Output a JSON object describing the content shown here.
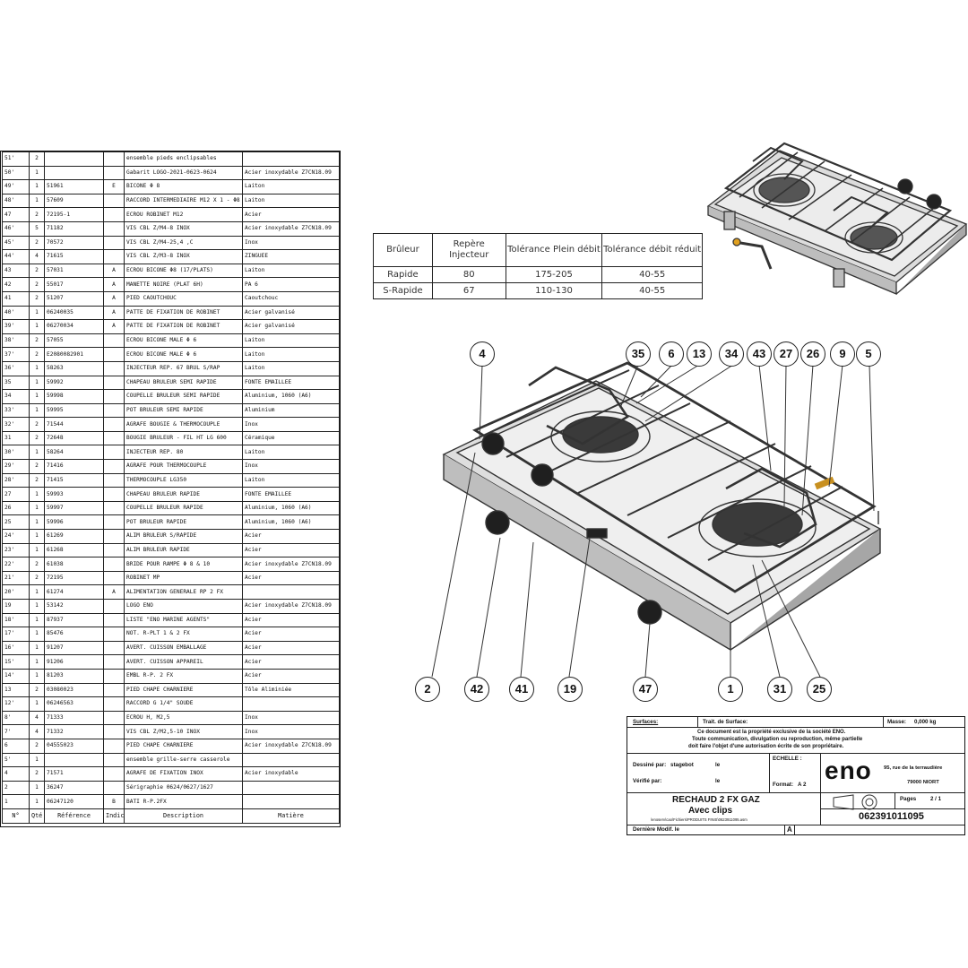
{
  "bom": {
    "headers": [
      "N°",
      "Qté",
      "Référence",
      "Indice",
      "Description",
      "Matière"
    ],
    "rows": [
      [
        "51'",
        "2",
        "",
        "",
        "ensemble pieds enclipsables",
        ""
      ],
      [
        "50'",
        "1",
        "",
        "",
        "Gabarit LOGO-2021-0623-0624",
        "Acier inoxydable Z7CN18.09"
      ],
      [
        "49'",
        "1",
        "51961",
        "E",
        "BICONE Φ 8",
        "Laiton"
      ],
      [
        "48'",
        "1",
        "57609",
        "",
        "RACCORD INTERMEDIAIRE M12 X 1 - Φ8",
        "Laiton"
      ],
      [
        "47",
        "2",
        "72195-1",
        "",
        "ECROU ROBINET M12",
        "Acier"
      ],
      [
        "46'",
        "5",
        "71182",
        "",
        "VIS CBL Z/M4-8 INOX",
        "Acier inoxydable Z7CN18.09"
      ],
      [
        "45'",
        "2",
        "70572",
        "",
        "VIS CBL Z/M4-25,4 ,C",
        "Inox"
      ],
      [
        "44'",
        "4",
        "71615",
        "",
        "VIS CBL Z/M3-8 INOX",
        "ZINGUEE"
      ],
      [
        "43",
        "2",
        "57031",
        "A",
        "ECROU BICONE Φ8 (17/PLATS)",
        "Laiton"
      ],
      [
        "42",
        "2",
        "55017",
        "A",
        "MANETTE NOIRE (PLAT 6H)",
        "PA 6"
      ],
      [
        "41",
        "2",
        "51207",
        "A",
        "PIED CAOUTCHOUC",
        "Caoutchouc"
      ],
      [
        "40'",
        "1",
        "06240035",
        "A",
        "PATTE DE FIXATION DE ROBINET",
        "Acier galvanisé"
      ],
      [
        "39'",
        "1",
        "06270034",
        "A",
        "PATTE DE FIXATION DE ROBINET",
        "Acier galvanisé"
      ],
      [
        "38'",
        "2",
        "57055",
        "",
        "ECROU BICONE MALE Φ 6",
        "Laiton"
      ],
      [
        "37'",
        "2",
        "E2080082901",
        "",
        "ECROU BICONE MALE Φ 6",
        "Laiton"
      ],
      [
        "36'",
        "1",
        "58263",
        "",
        "INJECTEUR REP. 67 BRUL S/RAP",
        "Laiton"
      ],
      [
        "35",
        "1",
        "59992",
        "",
        "CHAPEAU BRULEUR SEMI RAPIDE",
        "FONTE EMAILLEE"
      ],
      [
        "34",
        "1",
        "59998",
        "",
        "COUPELLE BRULEUR SEMI RAPIDE",
        "Aluminium, 1060 (A6)"
      ],
      [
        "33'",
        "1",
        "59995",
        "",
        "POT BRULEUR SEMI RAPIDE",
        "Aluminium"
      ],
      [
        "32'",
        "2",
        "71544",
        "",
        "AGRAFE BOUGIE & THERMOCOUPLE",
        "Inox"
      ],
      [
        "31",
        "2",
        "72648",
        "",
        "BOUGIE BRULEUR - FIL HT LG 600",
        "Céramique"
      ],
      [
        "30'",
        "1",
        "58264",
        "",
        "INJECTEUR REP. 80",
        "Laiton"
      ],
      [
        "29'",
        "2",
        "71416",
        "",
        "AGRAFE POUR THERMOCOUPLE",
        "Inox"
      ],
      [
        "28'",
        "2",
        "71415",
        "",
        "THERMOCOUPLE LG350",
        "Laiton"
      ],
      [
        "27",
        "1",
        "59993",
        "",
        "CHAPEAU BRULEUR RAPIDE",
        "FONTE EMAILLEE"
      ],
      [
        "26",
        "1",
        "59997",
        "",
        "COUPELLE BRULEUR RAPIDE",
        "Aluminium, 1060 (A6)"
      ],
      [
        "25",
        "1",
        "59996",
        "",
        "POT BRULEUR RAPIDE",
        "Aluminium, 1060 (A6)"
      ],
      [
        "24'",
        "1",
        "61269",
        "",
        "ALIM BRULEUR S/RAPIDE",
        "Acier"
      ],
      [
        "23'",
        "1",
        "61268",
        "",
        "ALIM BRULEUR RAPIDE",
        "Acier"
      ],
      [
        "22'",
        "2",
        "61038",
        "",
        "BRIDE POUR RAMPE Φ 8 & 10",
        "Acier inoxydable Z7CN18.09"
      ],
      [
        "21'",
        "2",
        "72195",
        "",
        "ROBINET MP",
        "Acier"
      ],
      [
        "20'",
        "1",
        "61274",
        "A",
        "ALIMENTATION GENERALE RP 2 FX",
        ""
      ],
      [
        "19",
        "1",
        "53142",
        "",
        "LOGO ENO",
        "Acier inoxydable Z7CN18.09"
      ],
      [
        "18'",
        "1",
        "87937",
        "",
        "LISTE \"ENO MARINE AGENTS\"",
        "Acier"
      ],
      [
        "17'",
        "1",
        "85476",
        "",
        "NOT. R-PLT 1 & 2 FX",
        "Acier"
      ],
      [
        "16'",
        "1",
        "91207",
        "",
        "AVERT. CUISSON EMBALLAGE",
        "Acier"
      ],
      [
        "15'",
        "1",
        "91206",
        "",
        "AVERT. CUISSON APPAREIL",
        "Acier"
      ],
      [
        "14'",
        "1",
        "81203",
        "",
        "EMBL R-P. 2 FX",
        "Acier"
      ],
      [
        "13",
        "2",
        "03080023",
        "",
        "PIED CHAPE CHARNIERE",
        "Tôle Aliminiée"
      ],
      [
        "12'",
        "1",
        "06246563",
        "",
        "RACCORD G 1/4\" SOUDE",
        ""
      ],
      [
        "8'",
        "4",
        "71333",
        "",
        "ECROU H, M2,5",
        "Inox"
      ],
      [
        "7'",
        "4",
        "71332",
        "",
        "VIS CBL Z/M2,5-10 INOX",
        "Inox"
      ],
      [
        "6",
        "2",
        "04555023",
        "",
        "PIED CHAPE CHARNIERE",
        "Acier inoxydable Z7CN18.09"
      ],
      [
        "5'",
        "1",
        "",
        "",
        "ensemble grille-serre casserole",
        ""
      ],
      [
        "4",
        "2",
        "71571",
        "",
        "AGRAFE DE FIXATION INOX",
        "Acier inoxydable"
      ],
      [
        "2",
        "1",
        "36247",
        "",
        "Sérigraphie 0624/0627/1627",
        ""
      ],
      [
        "1",
        "1",
        "06247120",
        "B",
        "BATI R-P.2FX",
        ""
      ]
    ]
  },
  "burner_table": {
    "headers": [
      "Brûleur",
      "Repère Injecteur",
      "Tolérance Plein débit",
      "Tolérance débit réduit"
    ],
    "rows": [
      [
        "Rapide",
        "80",
        "175-205",
        "40-55"
      ],
      [
        "S-Rapide",
        "67",
        "110-130",
        "40-55"
      ]
    ]
  },
  "callouts_top": [
    "4",
    "35",
    "6",
    "13",
    "34",
    "43",
    "27",
    "26",
    "9",
    "5"
  ],
  "callouts_bottom": [
    "2",
    "42",
    "41",
    "19",
    "47",
    "1",
    "31",
    "25"
  ],
  "title_block": {
    "surfaces_label": "Surfaces:",
    "traitement_label": "Trait. de Surface:",
    "masse_label": "Masse:",
    "masse_value": "0,000 kg",
    "property_text_1": "Ce document est la propriété exclusive de la société ENO.",
    "property_text_2": "Toute communication, divulgation ou reproduction, même partielle",
    "property_text_3": "doit faire l'objet d'une autorisation écrite de son propriétaire.",
    "dessine_label": "Dessiné par:",
    "dessine_value": "stagebot",
    "le_label_1": "le",
    "verifie_label": "Vérifié par:",
    "le_label_2": "le",
    "echelle_label": "ECHELLE :",
    "format_label": "Format:",
    "format_value": "A 2",
    "logo_text": "eno",
    "address_1": "95, rue de la terraudière",
    "address_2": "79000 NIORT",
    "pages_label": "Pages",
    "pages_value": "2 / 1",
    "title_main": "RECHAUD 2 FX GAZ",
    "title_sub": "Avec clips",
    "file_path": "\\enoserv\\cao\\Fichiers\\PRODUITS FINIS\\0623911095.asm",
    "drawing_number": "062391011095",
    "last_mod_label": "Dernière Modif. le",
    "revision": "A"
  }
}
